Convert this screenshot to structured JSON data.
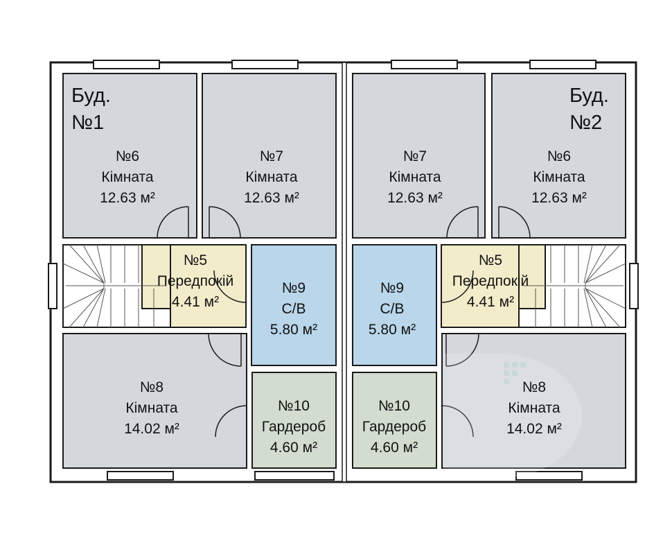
{
  "colors": {
    "room": "#d4d8dc",
    "bath": "#b9d6ea",
    "wardrobe": "#d3ddcf",
    "hall": "#f3eccb",
    "wall": "#1a1a1a",
    "watermark": "#9fc9b4"
  },
  "buildings": [
    {
      "label_line1": "Буд.",
      "label_line2": "№1",
      "rooms": [
        {
          "num": "№6",
          "name": "Кімната",
          "area": "12.63 м²",
          "kind": "room"
        },
        {
          "num": "№7",
          "name": "Кімната",
          "area": "12.63 м²",
          "kind": "room"
        },
        {
          "num": "№5",
          "name": "Передпокій",
          "area": "4.41 м²",
          "kind": "hall"
        },
        {
          "num": "№9",
          "name": "С/В",
          "area": "5.80 м²",
          "kind": "bath"
        },
        {
          "num": "№8",
          "name": "Кімната",
          "area": "14.02 м²",
          "kind": "room"
        },
        {
          "num": "№10",
          "name": "Гардероб",
          "area": "4.60 м²",
          "kind": "wardrobe"
        }
      ]
    },
    {
      "label_line1": "Буд.",
      "label_line2": "№2",
      "rooms": [
        {
          "num": "№7",
          "name": "Кімната",
          "area": "12.63 м²",
          "kind": "room"
        },
        {
          "num": "№6",
          "name": "Кімната",
          "area": "12.63 м²",
          "kind": "room"
        },
        {
          "num": "№9",
          "name": "С/В",
          "area": "5.80 м²",
          "kind": "bath"
        },
        {
          "num": "№5",
          "name": "Передпокій",
          "area": "4.41 м²",
          "kind": "hall"
        },
        {
          "num": "№10",
          "name": "Гардероб",
          "area": "4.60 м²",
          "kind": "wardrobe"
        },
        {
          "num": "№8",
          "name": "Кімната",
          "area": "14.02 м²",
          "kind": "room"
        }
      ]
    }
  ]
}
